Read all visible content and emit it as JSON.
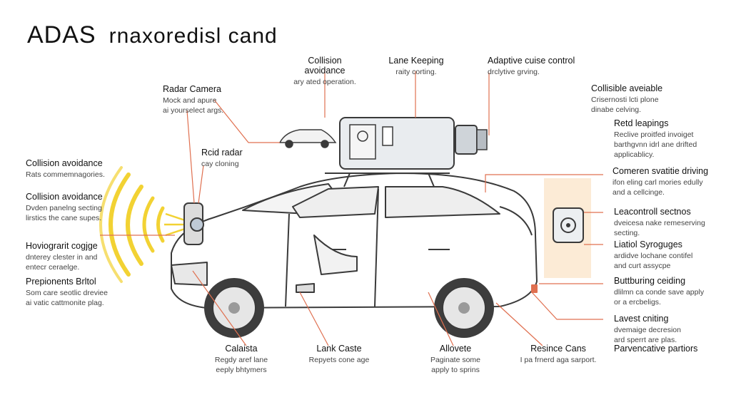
{
  "title": {
    "main": "ADAS",
    "sub": "rnaxoredisl cand"
  },
  "labels": {
    "collision_top": {
      "h": "Collision avoidance",
      "d1": "ary ated operation."
    },
    "lane_keeping_top": {
      "h": "Lane Keeping",
      "d1": "raity corting."
    },
    "adaptive_cruise": {
      "h": "Adaptive cuise control",
      "d1": "drclytive grving."
    },
    "radar_camera": {
      "h": "Radar Camera",
      "d1": "Mock and apure",
      "d2": "ai yourselect args."
    },
    "collisible": {
      "h": "Collisible aveiable",
      "d1": "Crisernosti lcti plone",
      "d2": "dinabe celving."
    },
    "rcid_radar": {
      "h": "Rcid radar",
      "d1": "cay cloning"
    },
    "retd_leapings": {
      "h": "Retd leapings",
      "d1": "Reclive proitfed invoiget",
      "d2": "barthgvnn idrl ane drifted",
      "d3": "applicablicy."
    },
    "collision_left": {
      "h": "Collision avoidance",
      "d1": "Rats commemnagories."
    },
    "comeren": {
      "h": "Comeren svatitie driving",
      "d1": "ifon eling carl mories edully",
      "d2": "and a cellcinge."
    },
    "collision_left2": {
      "h": "Collision avoidance",
      "d1": "Dvden panelng secting",
      "d2": "lirstics the cane supes."
    },
    "leacontroll": {
      "h": "Leacontroll sectnos",
      "d1": "dveicesa nake remeserving",
      "d2": "secting."
    },
    "hoviograni": {
      "h": "Hoviograrit cogjge",
      "d1": "dnterey clester in and",
      "d2": "entecr ceraelge."
    },
    "liatiol": {
      "h": "Liatiol Syroguges",
      "d1": "ardidve lochane contifel",
      "d2": "and curt assycpe"
    },
    "prepionents": {
      "h": "Prepionents Brltol",
      "d1": "Som care seotlic dreviee",
      "d2": "ai vatic cattmonite plag."
    },
    "buttburing": {
      "h": "Buttburing ceiding",
      "d1": "dlilmn ca conde save apply",
      "d2": "or a ercbeligs."
    },
    "lavest": {
      "h": "Lavest cniting",
      "d1": "dvemaige decresion",
      "d2": "ard sperrt are plas."
    },
    "calaista": {
      "h": "Calaista",
      "d1": "Regdy aref lane",
      "d2": "eeply bhtymers"
    },
    "lank_caste": {
      "h": "Lank Caste",
      "d1": "Repyets cone age"
    },
    "allovete": {
      "h": "Allovete",
      "d1": "Paginate some",
      "d2": "apply to sprins"
    },
    "resince": {
      "h": "Resince Cans",
      "d1": "I pa frnerd aga sarport."
    },
    "parvencative": {
      "h": "Parvencative partiors"
    }
  },
  "colors": {
    "accent": "#e07050",
    "radar": "#f2d233",
    "outline": "#3a3a3a",
    "glow": "#fbe3c4"
  }
}
